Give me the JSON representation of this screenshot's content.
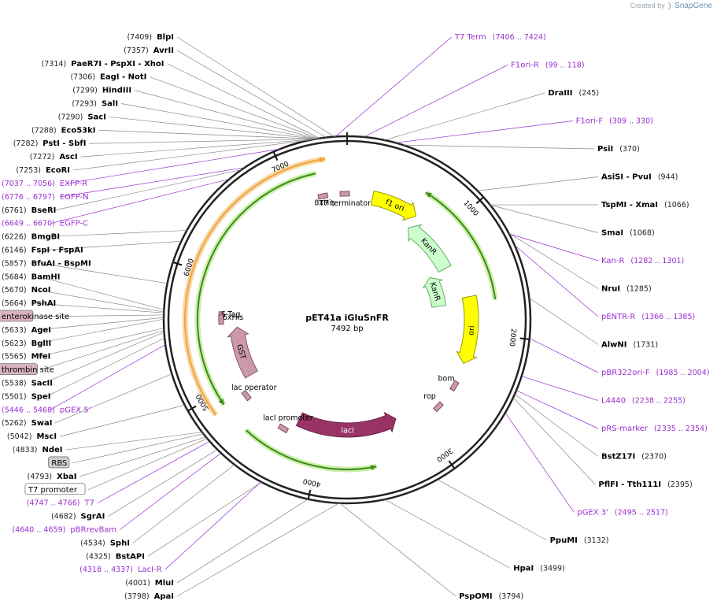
{
  "brand": {
    "created_by": "Created by",
    "app_name": "SnapGene"
  },
  "plasmid": {
    "name": "pET41a iGluSnFR",
    "size_label": "7492 bp",
    "length": 7492
  },
  "ticks": [
    {
      "bp": 1000,
      "label": "1000"
    },
    {
      "bp": 2000,
      "label": "2000"
    },
    {
      "bp": 3000,
      "label": "3000"
    },
    {
      "bp": 4000,
      "label": "4000"
    },
    {
      "bp": 5000,
      "label": "5000"
    },
    {
      "bp": 6000,
      "label": "6000"
    },
    {
      "bp": 7000,
      "label": "7000"
    }
  ],
  "left_labels": [
    {
      "pos": "(7409)",
      "name": "BlpI",
      "bp": 7409
    },
    {
      "pos": "(7357)",
      "name": "AvrII",
      "bp": 7357
    },
    {
      "pos": "(7314)",
      "name": "PaeR7I - PspXI - XhoI",
      "bp": 7314
    },
    {
      "pos": "(7306)",
      "name": "EagI - NotI",
      "bp": 7306
    },
    {
      "pos": "(7299)",
      "name": "HindIII",
      "bp": 7299
    },
    {
      "pos": "(7293)",
      "name": "SalI",
      "bp": 7293
    },
    {
      "pos": "(7290)",
      "name": "SacI",
      "bp": 7290
    },
    {
      "pos": "(7288)",
      "name": "Eco53kI",
      "bp": 7288
    },
    {
      "pos": "(7282)",
      "name": "PstI - SbfI",
      "bp": 7282
    },
    {
      "pos": "(7272)",
      "name": "AscI",
      "bp": 7272
    },
    {
      "pos": "(7253)",
      "name": "EcoRI",
      "bp": 7253
    },
    {
      "pos": "(7037 .. 7056)",
      "name": "EXFP-R",
      "bp": 7046,
      "feature": true
    },
    {
      "pos": "(6776 .. 6797)",
      "name": "EGFP-N",
      "bp": 6786,
      "feature": true
    },
    {
      "pos": "(6761)",
      "name": "BseRI",
      "bp": 6761
    },
    {
      "pos": "(6649 .. 6670)",
      "name": "EGFP-C",
      "bp": 6660,
      "feature": true
    },
    {
      "pos": "(6226)",
      "name": "BmgBI",
      "bp": 6226
    },
    {
      "pos": "(6146)",
      "name": "FspI - FspAI",
      "bp": 6146
    },
    {
      "pos": "(5857)",
      "name": "BfuAI - BspMI",
      "bp": 5857
    },
    {
      "pos": "(5684)",
      "name": "BamHI",
      "bp": 5684
    },
    {
      "pos": "(5670)",
      "name": "NcoI",
      "bp": 5670
    },
    {
      "pos": "(5664)",
      "name": "PshAI",
      "bp": 5664
    },
    {
      "pos": "",
      "name": "enterokinase site",
      "bp": 5650,
      "box": "pink"
    },
    {
      "pos": "(5633)",
      "name": "AgeI",
      "bp": 5633
    },
    {
      "pos": "(5623)",
      "name": "BglII",
      "bp": 5623
    },
    {
      "pos": "(5565)",
      "name": "MfeI",
      "bp": 5565
    },
    {
      "pos": "",
      "name": "thrombin site",
      "bp": 5550,
      "box": "pink"
    },
    {
      "pos": "(5538)",
      "name": "SacII",
      "bp": 5538
    },
    {
      "pos": "(5501)",
      "name": "SpeI",
      "bp": 5501
    },
    {
      "pos": "(5446 .. 5468)",
      "name": "pGEX 5'",
      "bp": 5457,
      "feature": true
    },
    {
      "pos": "(5262)",
      "name": "SwaI",
      "bp": 5262
    },
    {
      "pos": "(5042)",
      "name": "MscI",
      "bp": 5042
    },
    {
      "pos": "(4833)",
      "name": "NdeI",
      "bp": 4833
    },
    {
      "pos": "",
      "name": "RBS",
      "bp": 4820,
      "box": "gray"
    },
    {
      "pos": "(4793)",
      "name": "XbaI",
      "bp": 4793
    },
    {
      "pos": "",
      "name": "T7 promoter",
      "bp": 4780,
      "box": "white"
    },
    {
      "pos": "(4747 .. 4766)",
      "name": "T7",
      "bp": 4756,
      "feature": true
    },
    {
      "pos": "(4682)",
      "name": "SgrAI",
      "bp": 4682
    },
    {
      "pos": "(4640 .. 4659)",
      "name": "pBRrevBam",
      "bp": 4650,
      "feature": true
    },
    {
      "pos": "(4534)",
      "name": "SphI",
      "bp": 4534
    },
    {
      "pos": "(4325)",
      "name": "BstAPI",
      "bp": 4325
    },
    {
      "pos": "(4318 .. 4337)",
      "name": "LacI-R",
      "bp": 4328,
      "feature": true
    },
    {
      "pos": "(4001)",
      "name": "MluI",
      "bp": 4001
    },
    {
      "pos": "(3798)",
      "name": "ApaI",
      "bp": 3798
    }
  ],
  "right_labels": [
    {
      "pos": "(7406 .. 7424)",
      "name": "T7 Term",
      "bp": 7415,
      "feature": true
    },
    {
      "pos": "(99 .. 118)",
      "name": "F1ori-R",
      "bp": 108,
      "feature": true
    },
    {
      "pos": "(245)",
      "name": "DraIII",
      "bp": 245
    },
    {
      "pos": "(309 .. 330)",
      "name": "F1ori-F",
      "bp": 320,
      "feature": true
    },
    {
      "pos": "(370)",
      "name": "PsiI",
      "bp": 370
    },
    {
      "pos": "(944)",
      "name": "AsiSI - PvuI",
      "bp": 944
    },
    {
      "pos": "(1066)",
      "name": "TspMI - XmaI",
      "bp": 1066
    },
    {
      "pos": "(1068)",
      "name": "SmaI",
      "bp": 1068
    },
    {
      "pos": "(1282 .. 1301)",
      "name": "Kan-R",
      "bp": 1291,
      "feature": true
    },
    {
      "pos": "(1285)",
      "name": "NruI",
      "bp": 1285
    },
    {
      "pos": "(1366 .. 1385)",
      "name": "pENTR-R",
      "bp": 1375,
      "feature": true
    },
    {
      "pos": "(1731)",
      "name": "AlwNI",
      "bp": 1731
    },
    {
      "pos": "(1985 .. 2004)",
      "name": "pBR322ori-F",
      "bp": 1994,
      "feature": true
    },
    {
      "pos": "(2238 .. 2255)",
      "name": "L4440",
      "bp": 2246,
      "feature": true
    },
    {
      "pos": "(2335 .. 2354)",
      "name": "pRS-marker",
      "bp": 2344,
      "feature": true
    },
    {
      "pos": "(2370)",
      "name": "BstZ17I",
      "bp": 2370
    },
    {
      "pos": "(2395)",
      "name": "PflFI - Tth111I",
      "bp": 2395
    },
    {
      "pos": "(2495 .. 2517)",
      "name": "pGEX 3'",
      "bp": 2506,
      "feature": true
    },
    {
      "pos": "(3132)",
      "name": "PpuMI",
      "bp": 3132
    },
    {
      "pos": "(3499)",
      "name": "HpaI",
      "bp": 3499
    },
    {
      "pos": "(3794)",
      "name": "PspOMI",
      "bp": 3794
    }
  ],
  "features": [
    {
      "name": "f1 ori",
      "start": 245,
      "end": 700,
      "ring": 2,
      "color": "#ffff00",
      "stroke": "#999900",
      "dir": 1,
      "text_color": "#000000"
    },
    {
      "name": "KanR",
      "start": 700,
      "end": 1300,
      "ring": 3,
      "color": "#ccffcc",
      "stroke": "#66aa66",
      "dir": -1,
      "text_color": "#000000"
    },
    {
      "name": "KanR",
      "start": 1310,
      "end": 1700,
      "ring": 4,
      "color": "#ccffcc",
      "stroke": "#66aa66",
      "dir": -1,
      "text_color": "#000000"
    },
    {
      "name": "ori",
      "start": 1650,
      "end": 2300,
      "ring": 2,
      "color": "#ffff00",
      "stroke": "#999900",
      "dir": 1,
      "text_color": "#000000"
    },
    {
      "name": "lacI",
      "start": 3200,
      "end": 4280,
      "ring": 3,
      "color": "#993366",
      "stroke": "#661f44",
      "dir": -1,
      "text_color": "#ffffff"
    },
    {
      "name": "GST",
      "start": 5000,
      "end": 5540,
      "ring": 3,
      "color": "#cc99aa",
      "stroke": "#885566",
      "dir": 1,
      "text_color": "#000000"
    }
  ],
  "small_labels": [
    {
      "text": "8xHis",
      "bp": 7262,
      "ring": 1.25
    },
    {
      "text": "T7 terminator",
      "bp": 7470,
      "ring": 1.35
    },
    {
      "text": "bom",
      "bp": 2530,
      "ring": 1.25
    },
    {
      "text": "rop",
      "bp": 2780,
      "ring": 1.35
    },
    {
      "text": "lacI promoter",
      "bp": 4380,
      "ring": 1.25
    },
    {
      "text": "lac operator",
      "bp": 4850,
      "ring": 1.25
    },
    {
      "text": "S-Tag",
      "bp": 5650,
      "ring": 1.15
    },
    {
      "text": "6xHis",
      "bp": 5620,
      "ring": 1.55
    }
  ],
  "outer_arcs": [
    {
      "start": 4870,
      "end": 7330,
      "r": 206,
      "color": "#f2a33a",
      "glow": "#f7d8a8",
      "dir": 1
    },
    {
      "start": 4900,
      "end": 7240,
      "r": 190,
      "color": "#3a8a1a",
      "glow": "#ccefaa",
      "dir": -1
    },
    {
      "start": 660,
      "end": 1710,
      "r": 190,
      "color": "#3a8a1a",
      "glow": "#ccefaa",
      "dir": -1
    },
    {
      "start": 3510,
      "end": 4630,
      "r": 190,
      "color": "#3a8a1a",
      "glow": "#ccefaa",
      "dir": -1
    }
  ]
}
